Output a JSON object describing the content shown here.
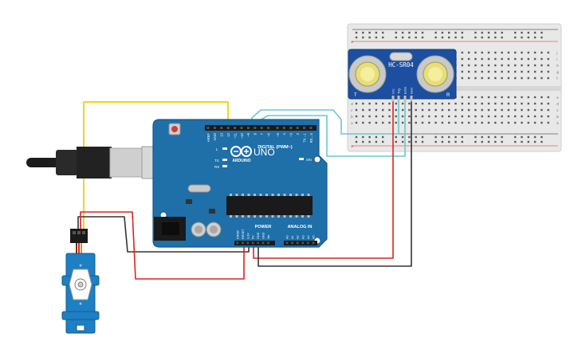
{
  "arduino": {
    "logo_text": "UNO",
    "brand": "ARDUINO",
    "digital_label": "DIGITAL (PWM~)",
    "power_label": "POWER",
    "analog_label": "ANALOG IN",
    "on_label": "ON",
    "led_labels": [
      "L",
      "TX",
      "RX"
    ],
    "power_pins": [
      "IOREF",
      "RESET",
      "3.3V",
      "5V",
      "GND",
      "GND",
      "Vin"
    ],
    "analog_pins": [
      "A0",
      "A1",
      "A2",
      "A3",
      "A4",
      "A5"
    ],
    "digital_pins": [
      "AREF",
      "GND",
      "13",
      "12",
      "~11",
      "~10",
      "~9",
      "8",
      "7",
      "~6",
      "~5",
      "4",
      "~3",
      "2",
      "TX→1",
      "RX←0"
    ]
  },
  "sensor": {
    "model": "HC-SR04",
    "left_mark": "T",
    "right_mark": "R",
    "pins": [
      "Vcc",
      "Trig",
      "Echo",
      "Gnd"
    ]
  },
  "breadboard": {
    "row_letters_top": [
      "j",
      "i",
      "h",
      "g",
      "f"
    ],
    "row_letters_bottom": [
      "e",
      "d",
      "c",
      "b",
      "a"
    ]
  },
  "colors": {
    "board": "#1f6fa8",
    "board_dark": "#155a8c",
    "wire_red": "#e02020",
    "wire_black": "#333333",
    "wire_yellow": "#f2d51a",
    "wire_cyan": "#6cc7d0",
    "servo": "#1d7fc4",
    "sensor_pcb": "#1d4fa0"
  }
}
